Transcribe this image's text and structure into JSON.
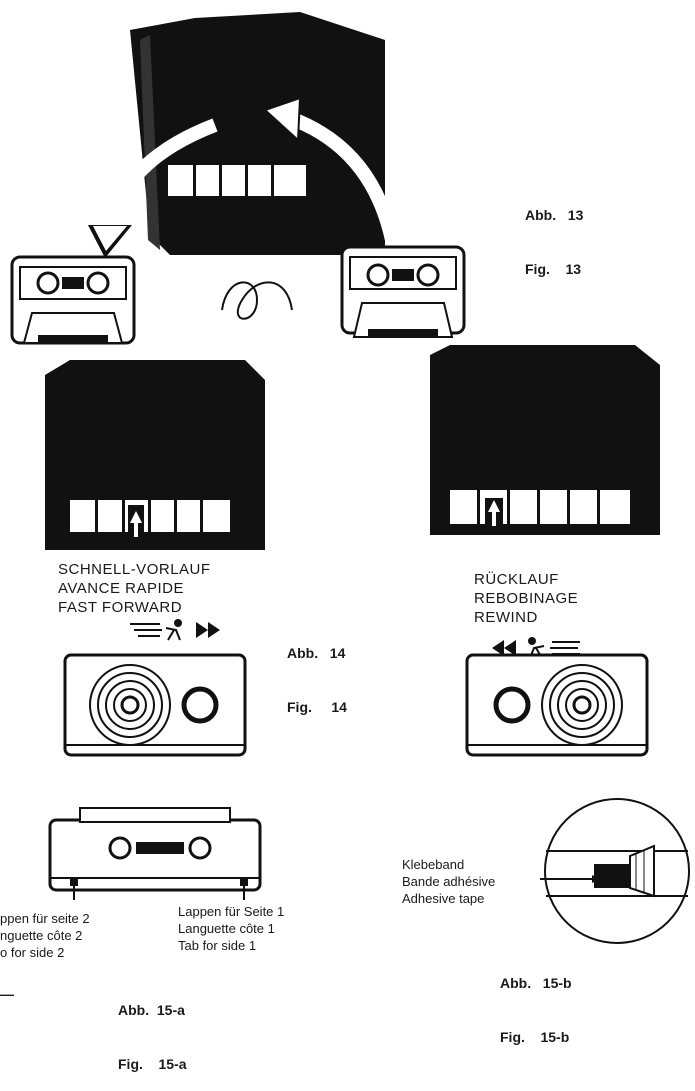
{
  "fig13": {
    "abb": "Abb.",
    "abb_num": "13",
    "fig": "Fig.",
    "fig_num": "13"
  },
  "fig14": {
    "forward": {
      "de": "SCHNELL-VORLAUF",
      "fr": "AVANCE RAPIDE",
      "en": "FAST FORWARD"
    },
    "rewind": {
      "de": "RÜCKLAUF",
      "fr": "REBOBINAGE",
      "en": "REWIND"
    },
    "abb": "Abb.",
    "abb_num": "14",
    "fig": "Fig.",
    "fig_num": "14"
  },
  "fig15a": {
    "tab_side2": {
      "de": "ppen für seite 2",
      "fr": "nguette côte 2",
      "en": "o for side 2"
    },
    "tab_side1": {
      "de": "Lappen für Seite 1",
      "fr": "Languette côte 1",
      "en": "Tab for side 1"
    },
    "abb": "Abb.",
    "abb_num": "15-a",
    "fig": "Fig.",
    "fig_num": "15-a",
    "dash": "—"
  },
  "fig15b": {
    "tape": {
      "de": "Klebeband",
      "fr": "Bande adhésive",
      "en": "Adhesive tape"
    },
    "abb": "Abb.",
    "abb_num": "15-b",
    "fig": "Fig.",
    "fig_num": "15-b"
  },
  "colors": {
    "ink": "#111111",
    "paper": "#ffffff"
  }
}
